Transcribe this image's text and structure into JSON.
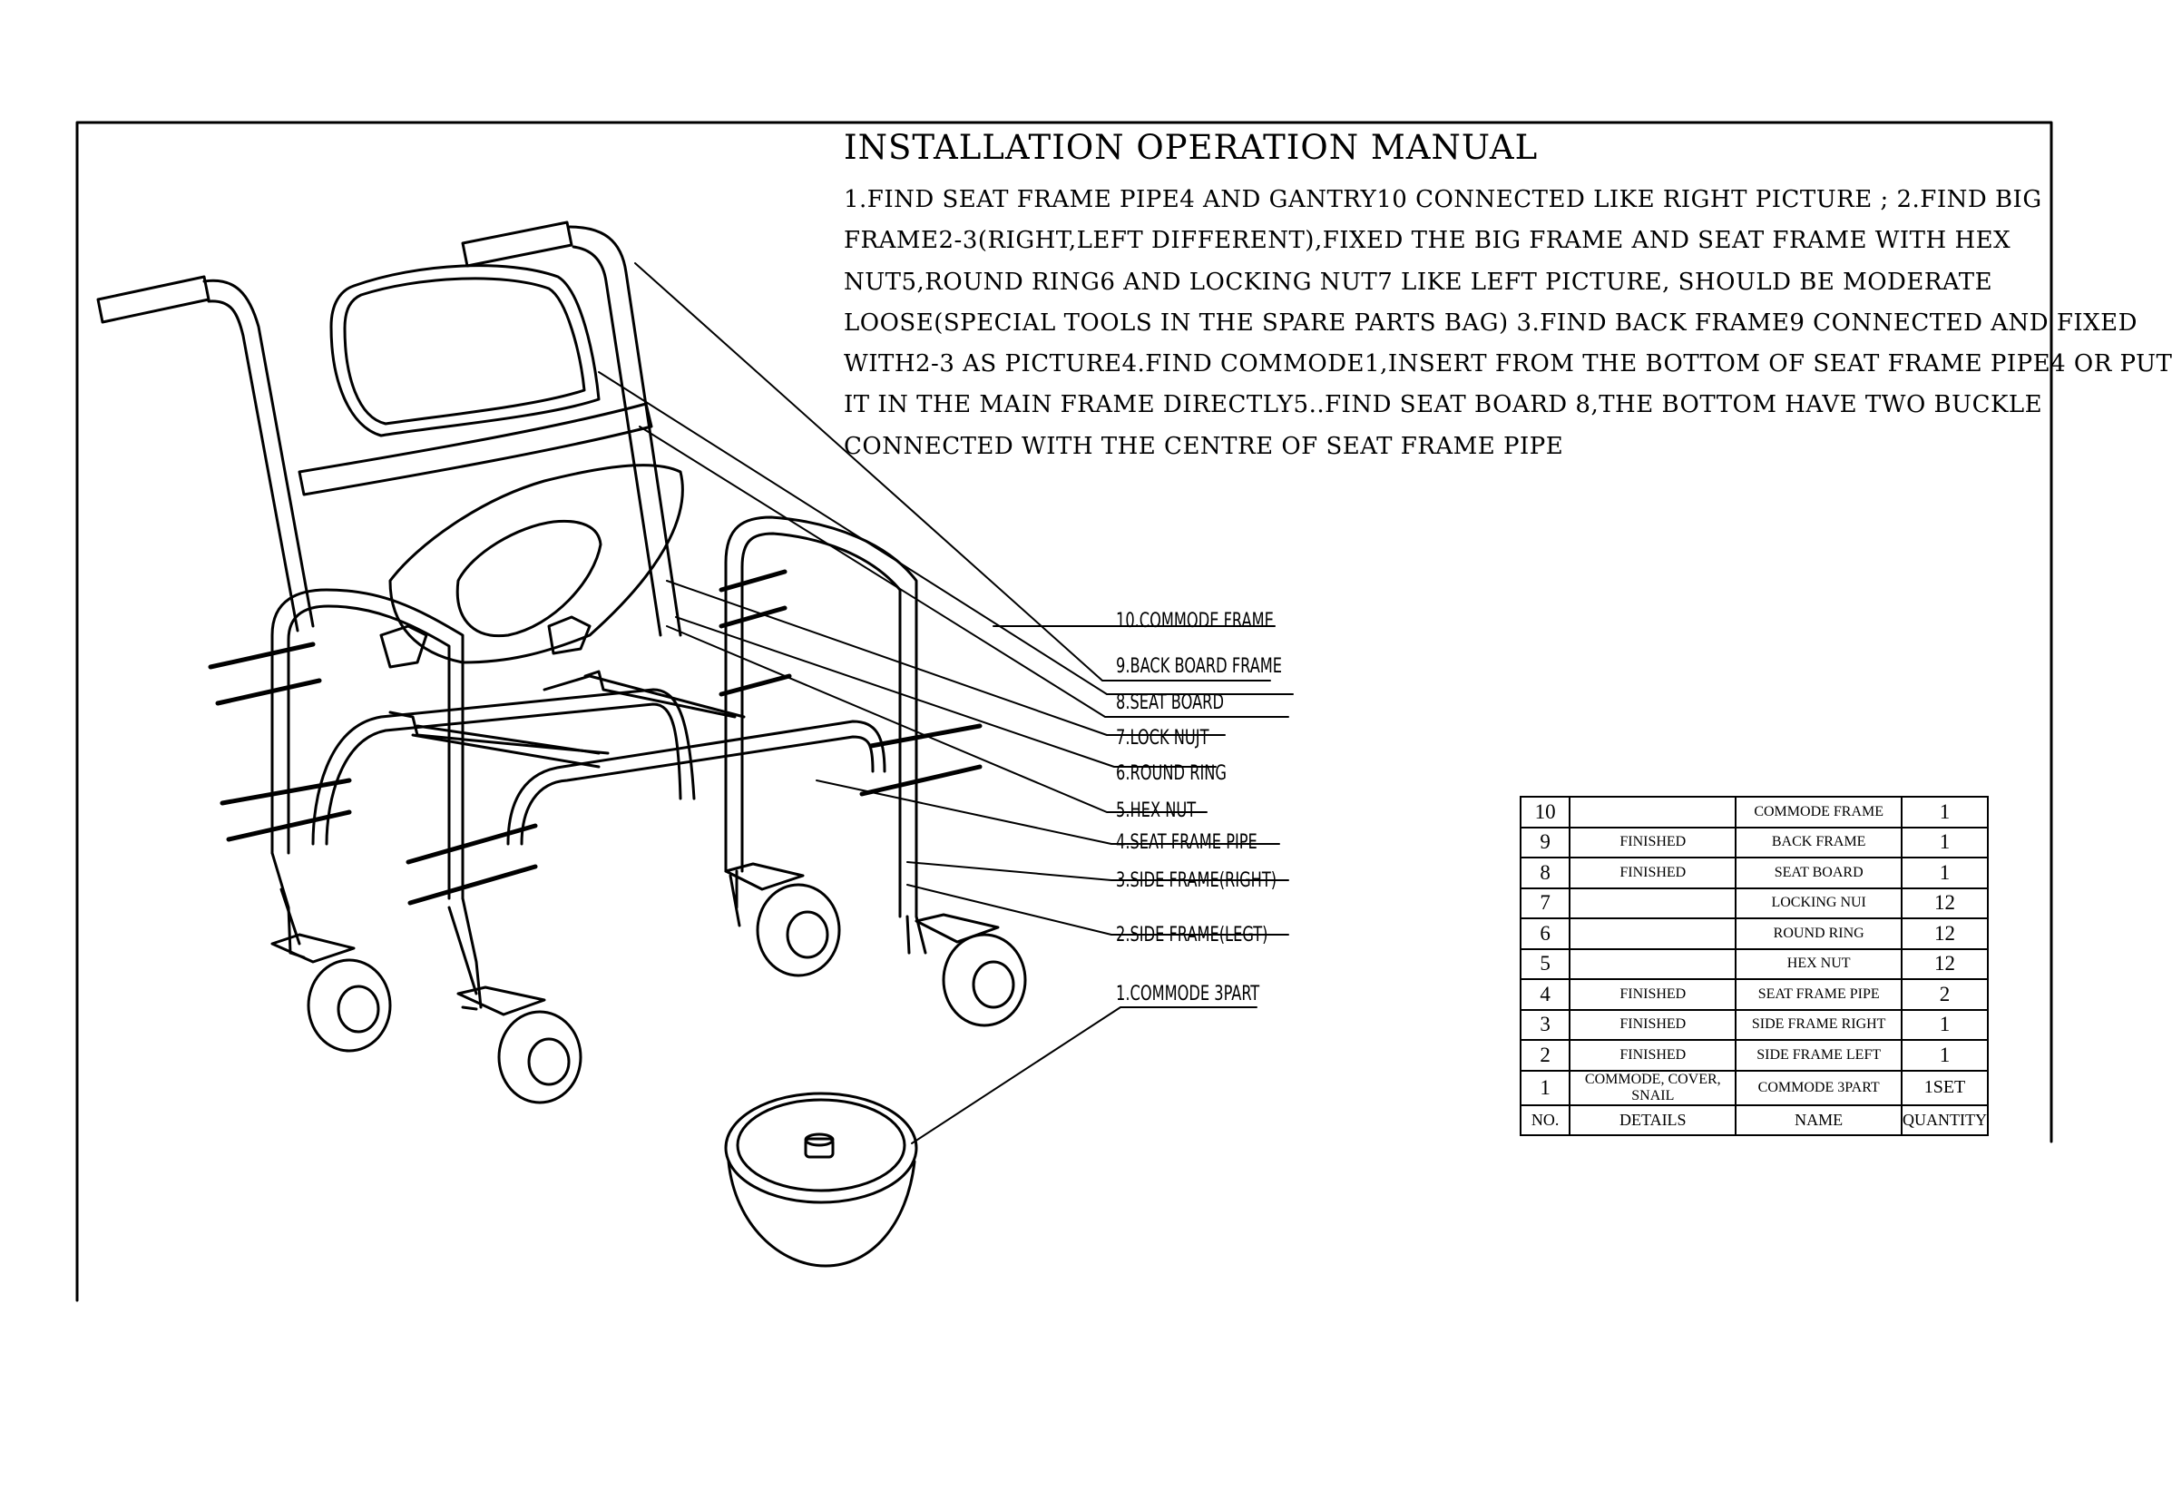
{
  "manual": {
    "title": "INSTALLATION OPERATION MANUAL",
    "lines": [
      "1.FIND SEAT FRAME PIPE4 AND GANTRY10 CONNECTED LIKE RIGHT PICTURE ; 2.FIND BIG",
      "FRAME2-3(RIGHT,LEFT DIFFERENT),FIXED THE BIG FRAME AND SEAT FRAME WITH HEX",
      "NUT5,ROUND RING6 AND LOCKING NUT7 LIKE LEFT PICTURE, SHOULD BE MODERATE",
      "LOOSE(SPECIAL TOOLS IN THE SPARE PARTS BAG) 3.FIND BACK FRAME9 CONNECTED AND FIXED",
      "WITH2-3 AS PICTURE4.FIND COMMODE1,INSERT FROM THE BOTTOM OF SEAT FRAME PIPE4 OR PUT",
      "IT IN THE MAIN FRAME DIRECTLY5..FIND SEAT BOARD 8,THE BOTTOM HAVE TWO BUCKLE",
      "CONNECTED WITH THE CENTRE OF SEAT FRAME PIPE"
    ]
  },
  "callouts": [
    "10.COMMODE FRAME",
    "9.BACK BOARD FRAME",
    "8.SEAT BOARD",
    "7.LOCK NUJT",
    "6.ROUND RING",
    "5.HEX NUT",
    "4.SEAT FRAME PIPE",
    "3.SIDE FRAME(RIGHT)",
    "2.SIDE FRAME(LEGT)",
    "1.COMMODE 3PART"
  ],
  "parts_table": {
    "rows": [
      {
        "no": "10",
        "details": "",
        "name": "COMMODE FRAME",
        "qty": "1"
      },
      {
        "no": "9",
        "details": "FINISHED",
        "name": "BACK FRAME",
        "qty": "1"
      },
      {
        "no": "8",
        "details": "FINISHED",
        "name": "SEAT BOARD",
        "qty": "1"
      },
      {
        "no": "7",
        "details": "",
        "name": "LOCKING NUI",
        "qty": "12"
      },
      {
        "no": "6",
        "details": "",
        "name": "ROUND RING",
        "qty": "12"
      },
      {
        "no": "5",
        "details": "",
        "name": "HEX NUT",
        "qty": "12"
      },
      {
        "no": "4",
        "details": "FINISHED",
        "name": "SEAT FRAME PIPE",
        "qty": "2"
      },
      {
        "no": "3",
        "details": "FINISHED",
        "name": "SIDE FRAME RIGHT",
        "qty": "1"
      },
      {
        "no": "2",
        "details": "FINISHED",
        "name": "SIDE FRAME LEFT",
        "qty": "1"
      },
      {
        "no": "1",
        "details": "COMMODE, COVER, SNAIL",
        "name": "COMMODE 3PART",
        "qty": "1SET"
      }
    ],
    "header": {
      "no": "NO.",
      "details": "DETAILS",
      "name": "NAME",
      "qty": "QUANTITY"
    }
  }
}
